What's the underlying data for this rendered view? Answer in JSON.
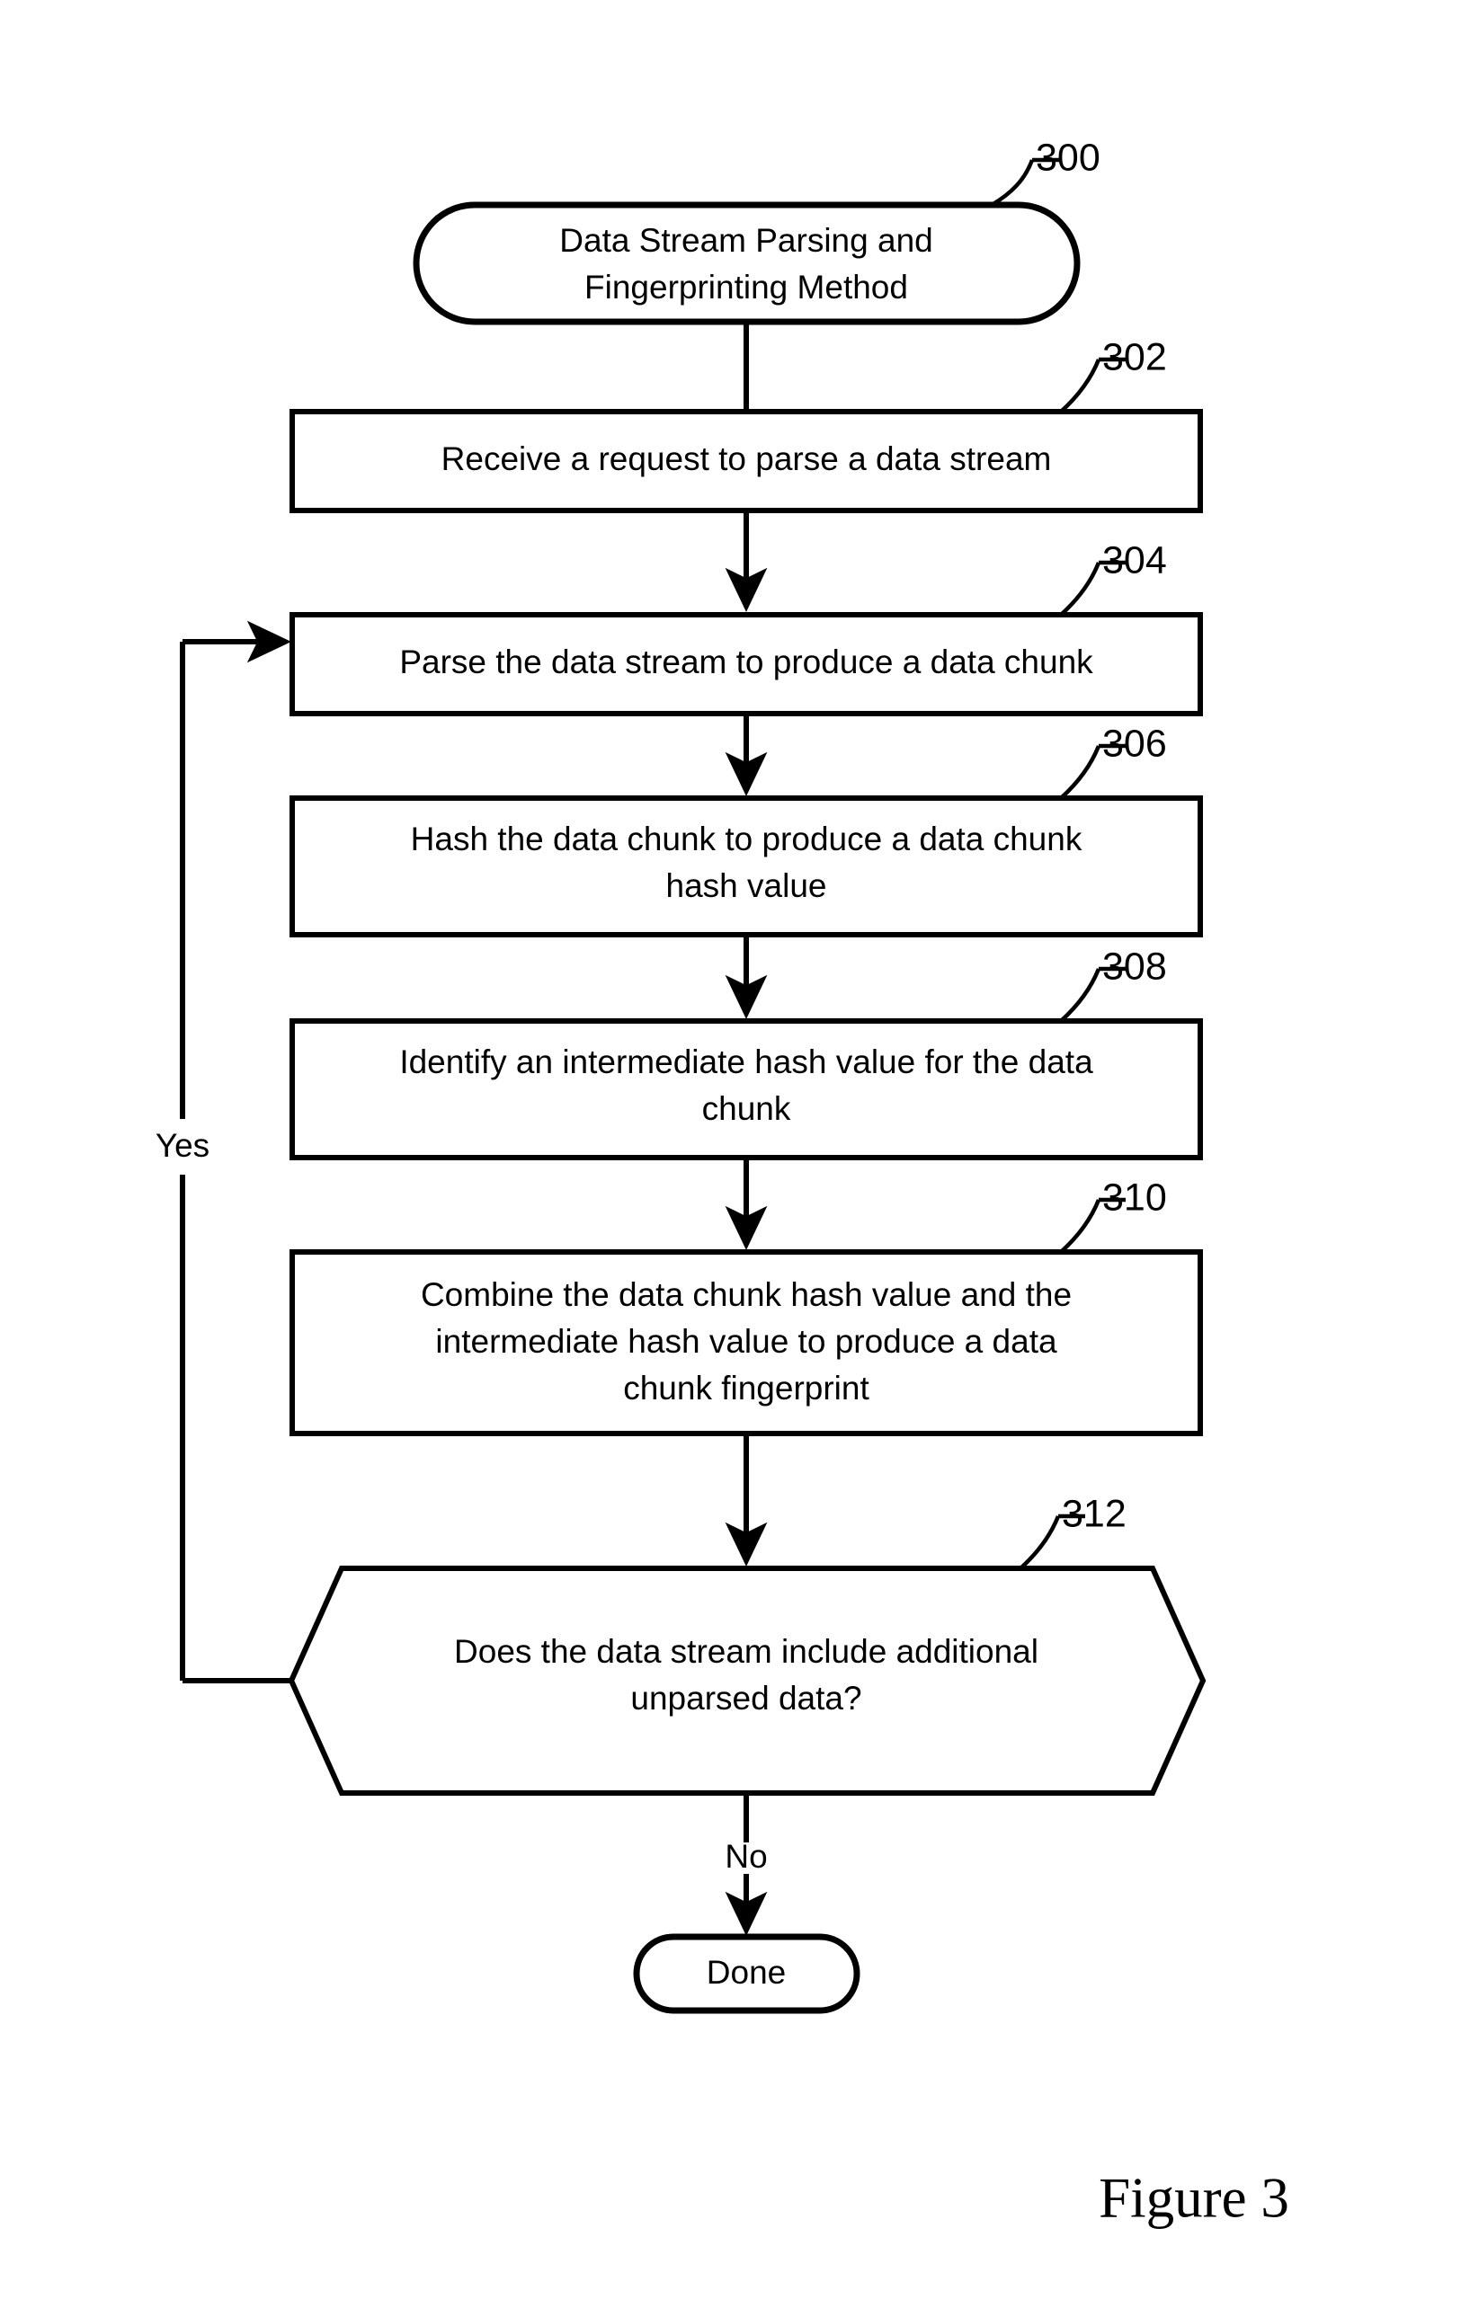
{
  "figure": {
    "caption": "Figure 3"
  },
  "chart_data": {
    "type": "diagram",
    "diagram_kind": "flowchart",
    "title": "Data Stream Parsing and Fingerprinting Method",
    "nodes": [
      {
        "id": "300",
        "ref": "300",
        "shape": "terminator",
        "text": "Data Stream Parsing and Fingerprinting Method",
        "lines": [
          "Data Stream Parsing and",
          "Fingerprinting Method"
        ]
      },
      {
        "id": "302",
        "ref": "302",
        "shape": "process",
        "text": "Receive a request to parse a data stream",
        "lines": [
          "Receive a request to parse a data stream"
        ]
      },
      {
        "id": "304",
        "ref": "304",
        "shape": "process",
        "text": "Parse the data stream to produce a data chunk",
        "lines": [
          "Parse the data stream to produce a data chunk"
        ]
      },
      {
        "id": "306",
        "ref": "306",
        "shape": "process",
        "text": "Hash the data chunk to produce a data chunk hash value",
        "lines": [
          "Hash the data chunk to produce a data chunk",
          "hash value"
        ]
      },
      {
        "id": "308",
        "ref": "308",
        "shape": "process",
        "text": "Identify an intermediate hash value for the data chunk",
        "lines": [
          "Identify an intermediate hash value for the data",
          "chunk"
        ]
      },
      {
        "id": "310",
        "ref": "310",
        "shape": "process",
        "text": "Combine the data chunk hash value and the intermediate hash value to produce a data chunk fingerprint",
        "lines": [
          "Combine the data chunk hash value and the",
          "intermediate hash value to produce a data",
          "chunk fingerprint"
        ]
      },
      {
        "id": "312",
        "ref": "312",
        "shape": "decision-hexagon",
        "text": "Does the data stream include additional unparsed data?",
        "lines": [
          "Does the data stream include additional",
          "unparsed data?"
        ]
      },
      {
        "id": "done",
        "ref": "",
        "shape": "terminator",
        "text": "Done",
        "lines": [
          "Done"
        ]
      }
    ],
    "edges": [
      {
        "from": "300",
        "to": "302",
        "label": "",
        "arrowhead": false
      },
      {
        "from": "302",
        "to": "304",
        "label": "",
        "arrowhead": true
      },
      {
        "from": "304",
        "to": "306",
        "label": "",
        "arrowhead": true
      },
      {
        "from": "306",
        "to": "308",
        "label": "",
        "arrowhead": true
      },
      {
        "from": "308",
        "to": "310",
        "label": "",
        "arrowhead": true
      },
      {
        "from": "310",
        "to": "312",
        "label": "",
        "arrowhead": true
      },
      {
        "from": "312",
        "to": "304",
        "label": "Yes",
        "arrowhead": true
      },
      {
        "from": "312",
        "to": "done",
        "label": "No",
        "arrowhead": true
      }
    ],
    "edge_labels": {
      "yes": "Yes",
      "no": "No"
    },
    "reference_numerals": [
      "300",
      "302",
      "304",
      "306",
      "308",
      "310",
      "312"
    ],
    "colors": {
      "stroke": "#000000",
      "fill": "#ffffff",
      "text": "#000000",
      "background": "#ffffff"
    }
  }
}
